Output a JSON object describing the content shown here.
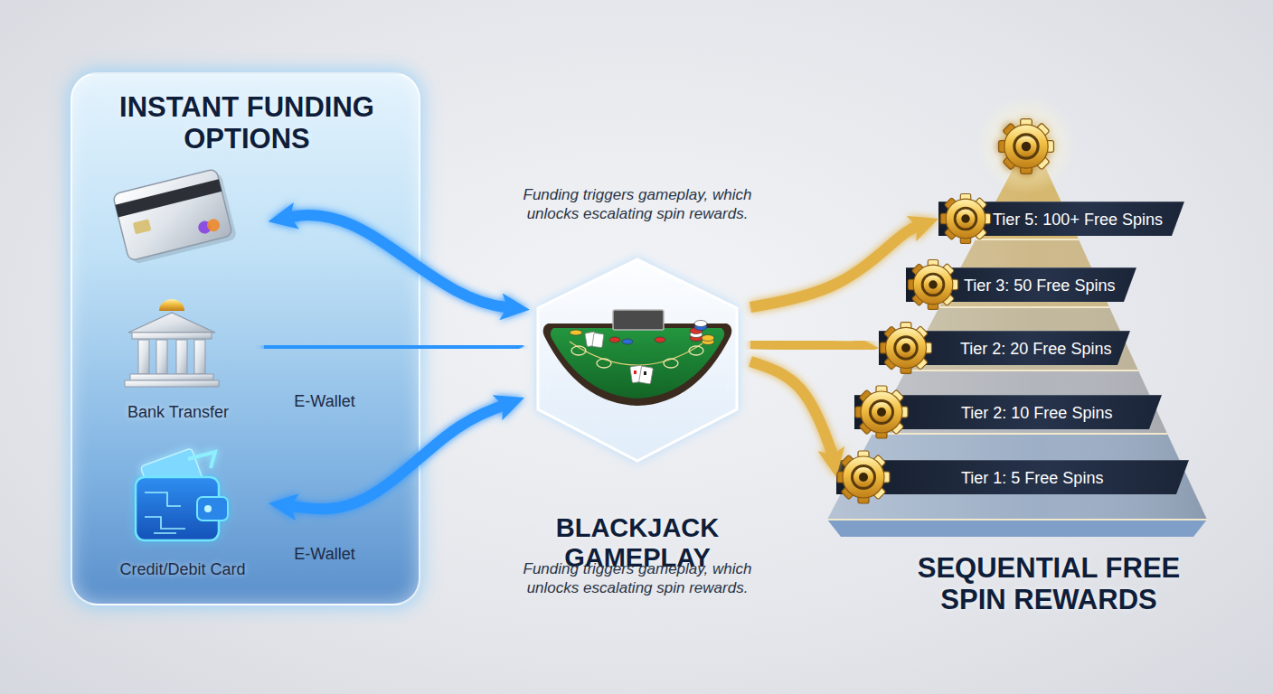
{
  "diagram": {
    "nodes": [
      {
        "text": [
          "INSTANT FUNDING OPTIONS"
        ]
      },
      {
        "text": [
          "Bank Transfer"
        ],
        "in": 0
      },
      {
        "text": [
          "Credit/Debit Card"
        ],
        "in": 0
      },
      {
        "text": [
          "BLACKJACK GAMEPLAY"
        ]
      },
      {
        "text": [
          "SEQUENTIAL FREE SPIN REWARDS"
        ]
      },
      {
        "text": [
          "Tier 5: 100+ Free Spins"
        ],
        "in": 4
      },
      {
        "text": [
          "Tier 3: 50 Free Spins"
        ],
        "in": 4
      },
      {
        "text": [
          "Tier 2: 20 Free Spins"
        ],
        "in": 4
      },
      {
        "text": [
          "Tier 2: 10 Free Spins"
        ],
        "in": 4
      },
      {
        "text": [
          "Tier 1: 5 Free Spins"
        ],
        "in": 4
      }
    ],
    "edges": [
      {
        "from": 1,
        "to": 3,
        "label": "E-Wallet",
        "arrow": "to"
      },
      {
        "from": 2,
        "to": 3,
        "label": "E-Wallet",
        "arrow": "both"
      },
      {
        "from": 3,
        "to": 5,
        "arrow": "to"
      },
      {
        "from": 3,
        "to": 7,
        "arrow": "to"
      },
      {
        "from": 3,
        "to": 9,
        "arrow": "to"
      }
    ],
    "labels": [
      "Funding triggers gameplay, which unlocks escalating spin rewards.",
      "Funding triggers gameplay, which unlocks escalating spin rewards."
    ]
  }
}
